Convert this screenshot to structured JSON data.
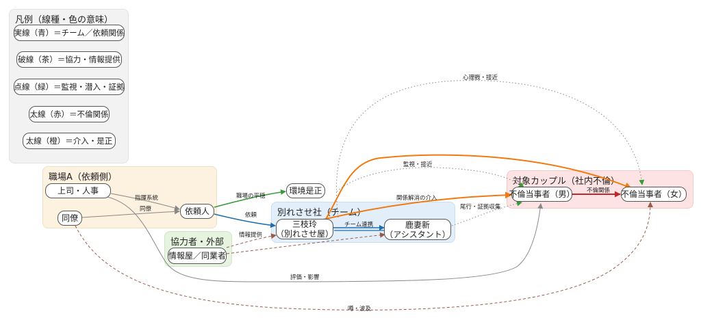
{
  "legend": {
    "title": "凡例（線種・色の意味）",
    "items": [
      "実線（青）＝チーム／依頼関係",
      "破線（茶）＝協力・情報提供",
      "点線（緑）＝監視・潜入・証拠",
      "太線（赤）＝不倫関係",
      "太線（橙）＝介入・是正"
    ]
  },
  "clusters": {
    "workplace": "職場A（依頼側）",
    "team": "別れさせ社（チーム）",
    "partners": "協力者・外部",
    "couple": "対象カップル（社内不倫）"
  },
  "nodes": {
    "boss": "上司・人事",
    "colleague": "同僚",
    "client": "依頼人",
    "env": "環境是正",
    "misae": "三枝玲\n（別れさせ屋）",
    "kazuma": "鹿妻新\n（アシスタント）",
    "informant": "情報屋／同業者",
    "man": "不倫当事者（男）",
    "woman": "不倫当事者（女）"
  },
  "edges": {
    "command": "指揮系統",
    "coworker": "同僚",
    "workplace_fix": "職場の平穏",
    "request": "依頼",
    "team_link": "チーム連携",
    "info": "情報提供",
    "intervention": "関係解消の介入",
    "surveil": "監視・接近",
    "tail": "尾行・証拠収集",
    "affair": "不倫関係",
    "psych": "心理戦・接近",
    "evaluation": "評価・影響",
    "rumor": "噂・波及"
  },
  "colors": {
    "team_blue": "#1f6fae",
    "coop_brown": "#9a5a4a",
    "watch_green": "#3a9a3a",
    "affair_red": "#c0282c",
    "intervene_orange": "#f07a10",
    "grey": "#888888"
  }
}
